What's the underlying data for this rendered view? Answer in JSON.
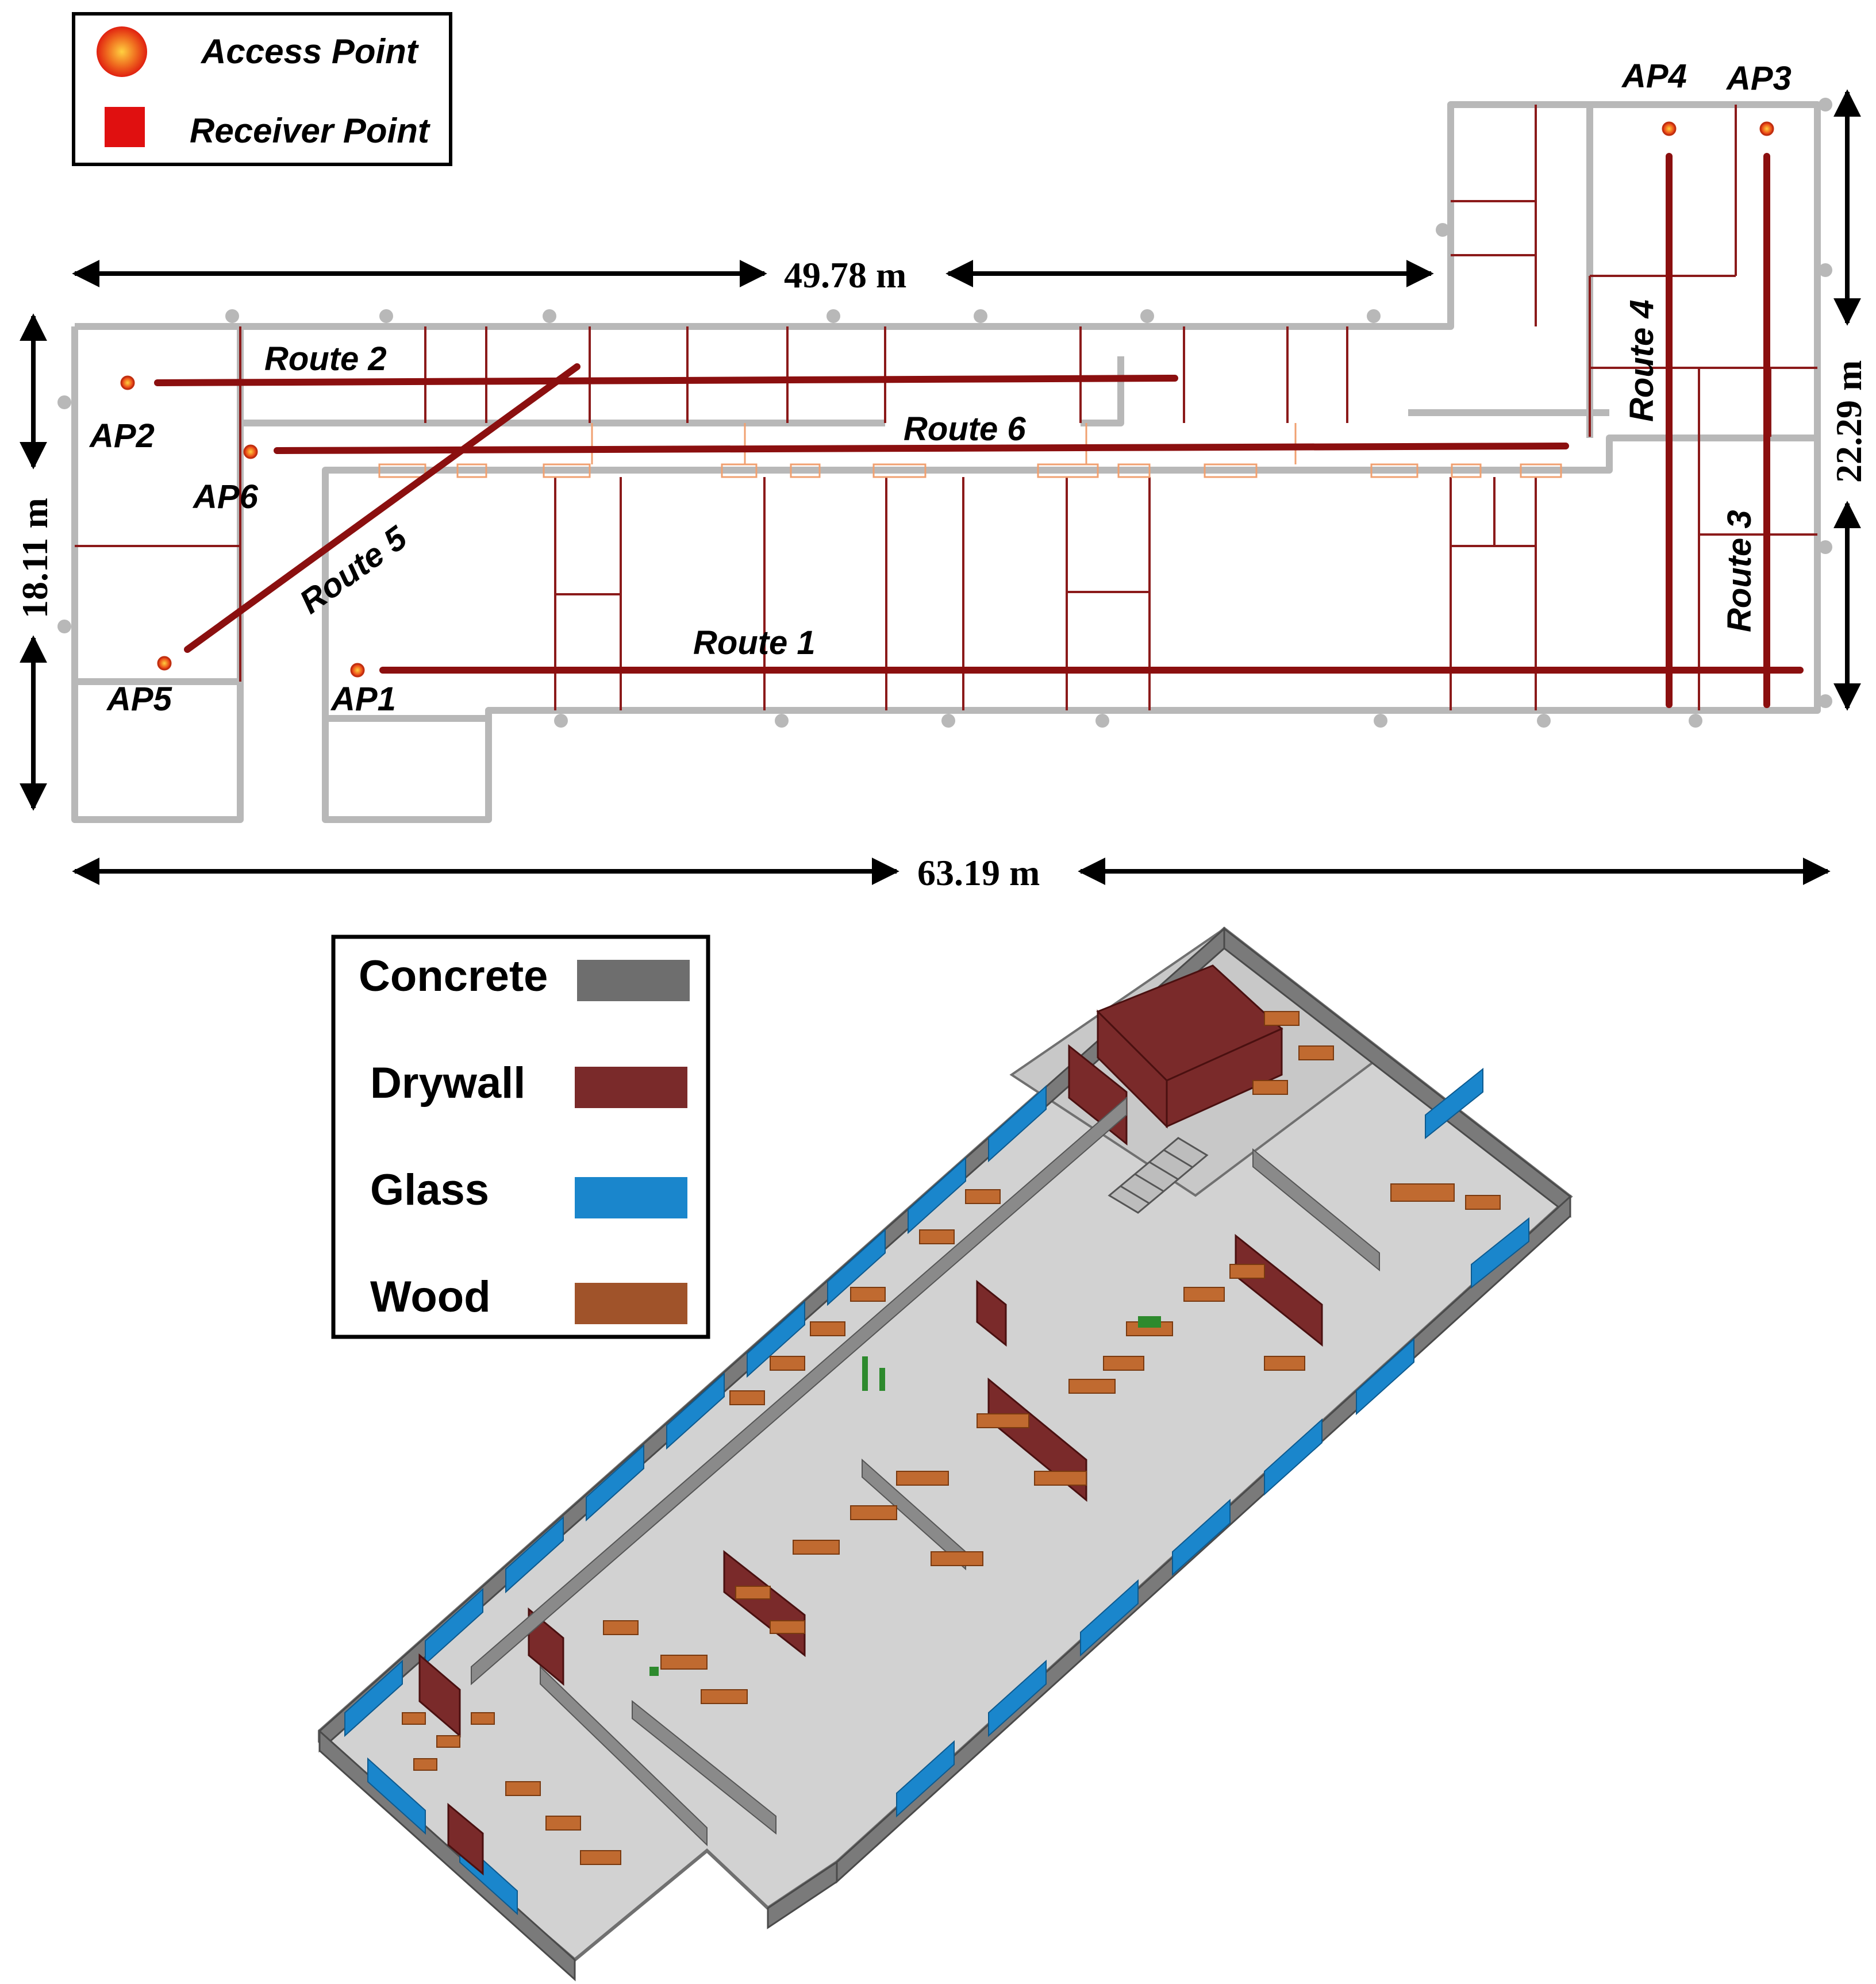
{
  "legend_top": {
    "access_point": "Access Point",
    "receiver_point": "Receiver Point"
  },
  "access_points": [
    "AP1",
    "AP2",
    "AP3",
    "AP4",
    "AP5",
    "AP6"
  ],
  "routes": [
    "Route 1",
    "Route 2",
    "Route 3",
    "Route 4",
    "Route 5",
    "Route 6"
  ],
  "dimensions": {
    "corridor_width": "49.78 m",
    "total_width": "63.19 m",
    "left_height": "18.11 m",
    "right_height": "22.29 m"
  },
  "materials": [
    {
      "name": "Concrete",
      "color": "#6e6e6e"
    },
    {
      "name": "Drywall",
      "color": "#7a2a2a"
    },
    {
      "name": "Glass",
      "color": "#1a86cc"
    },
    {
      "name": "Wood",
      "color": "#a0532a"
    }
  ],
  "colors": {
    "wall": "#b8b8b8",
    "drywall_line": "#8b1a1a",
    "route": "#8b0f0f",
    "access_point": "#f08020",
    "receiver_point": "#e01010"
  }
}
